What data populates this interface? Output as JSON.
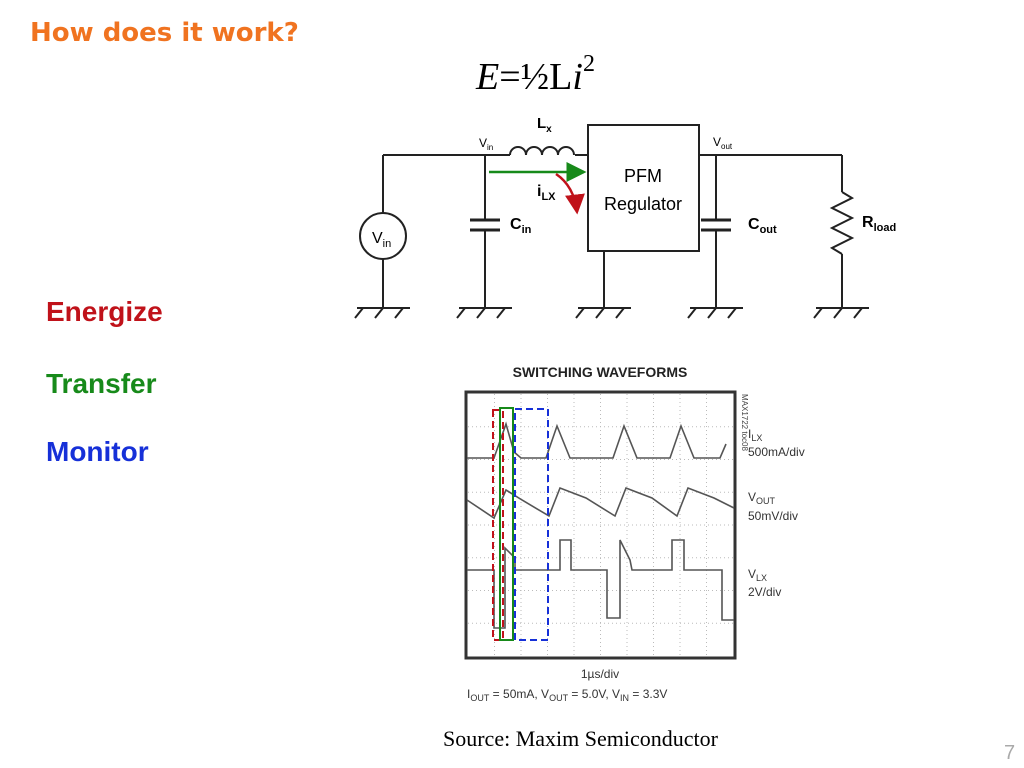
{
  "slide": {
    "title": "How does it work?",
    "equation": {
      "lhs": "E",
      "eq": "=½L",
      "var": "i",
      "exp": "2"
    },
    "steps": {
      "energize": "Energize",
      "transfer": "Transfer",
      "monitor": "Monitor"
    },
    "source": "Source: Maxim Semiconductor",
    "page_number": "7"
  },
  "circuit": {
    "vin_source": {
      "main": "V",
      "sub": "in"
    },
    "vin_node": {
      "main": "V",
      "sub": "in"
    },
    "vout_node": {
      "main": "V",
      "sub": "out"
    },
    "inductor": {
      "main": "L",
      "sub": "x"
    },
    "current": {
      "main": "i",
      "sub": "LX"
    },
    "cin": {
      "main": "C",
      "sub": "in"
    },
    "cout": {
      "main": "C",
      "sub": "out"
    },
    "rload": {
      "main": "R",
      "sub": "load"
    },
    "regulator": {
      "line1": "PFM",
      "line2": "Regulator"
    }
  },
  "waveform": {
    "title": "SWITCHING WAVEFORMS",
    "side_code": "MAX1722 toc08",
    "channels": [
      {
        "main": "I",
        "sub": "LX",
        "scale": "500mA/div"
      },
      {
        "main": "V",
        "sub": "OUT",
        "scale": "50mV/div"
      },
      {
        "main": "V",
        "sub": "LX",
        "scale": "2V/div"
      }
    ],
    "time_scale": "1µs/div",
    "conditions": {
      "iout_main": "I",
      "iout_sub": "OUT",
      "iout_val": " = 50mA, ",
      "vout_main": "V",
      "vout_sub": "OUT",
      "vout_val": " = 5.0V, ",
      "vin_main": "V",
      "vin_sub": "IN",
      "vin_val": " = 3.3V"
    },
    "markers": {
      "energize": "#c0121a",
      "transfer": "#178a1a",
      "monitor": "#1630d8"
    }
  }
}
